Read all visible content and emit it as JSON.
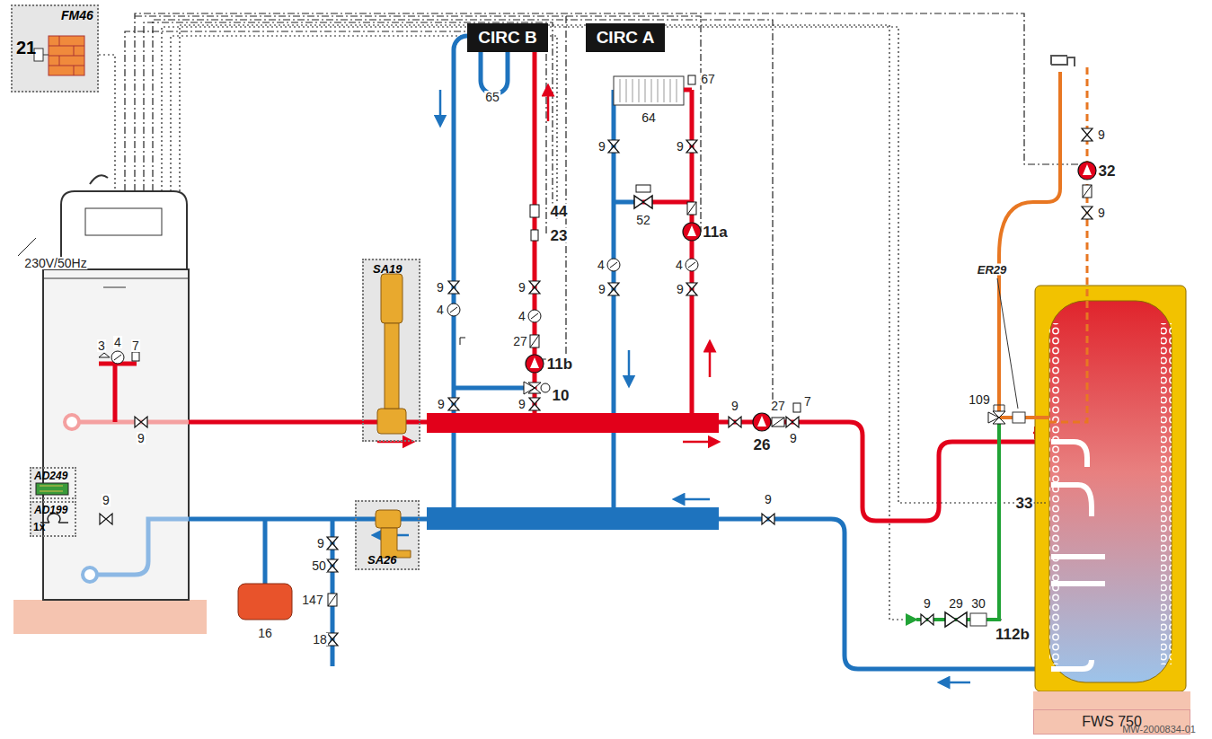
{
  "diagram": {
    "nodes": [
      {
        "text": [
          "FM46",
          "21"
        ]
      },
      {
        "text": [
          "CIRC B"
        ]
      },
      {
        "text": [
          "CIRC A"
        ]
      },
      {
        "text": [
          "SA19"
        ]
      },
      {
        "text": [
          "SA26"
        ]
      },
      {
        "text": [
          "AD249"
        ]
      },
      {
        "text": [
          "AD199",
          "1x"
        ]
      },
      {
        "text": [
          "FWS 750"
        ]
      }
    ],
    "labels": [
      "230V/50Hz",
      "3",
      "4",
      "7",
      "9",
      "9",
      "16",
      "9",
      "50",
      "147",
      "18",
      "65",
      "44",
      "23",
      "9",
      "4",
      "9",
      "4",
      "27",
      "11b",
      "10",
      "9",
      "9",
      "64",
      "67",
      "9",
      "9",
      "52",
      "11a",
      "4",
      "4",
      "9",
      "9",
      "9",
      "26",
      "27",
      "9",
      "7",
      "9",
      "109",
      "ER29",
      "33",
      "9",
      "29",
      "30",
      "112b",
      "32",
      "9",
      "9",
      "MW-2000834-01"
    ]
  }
}
